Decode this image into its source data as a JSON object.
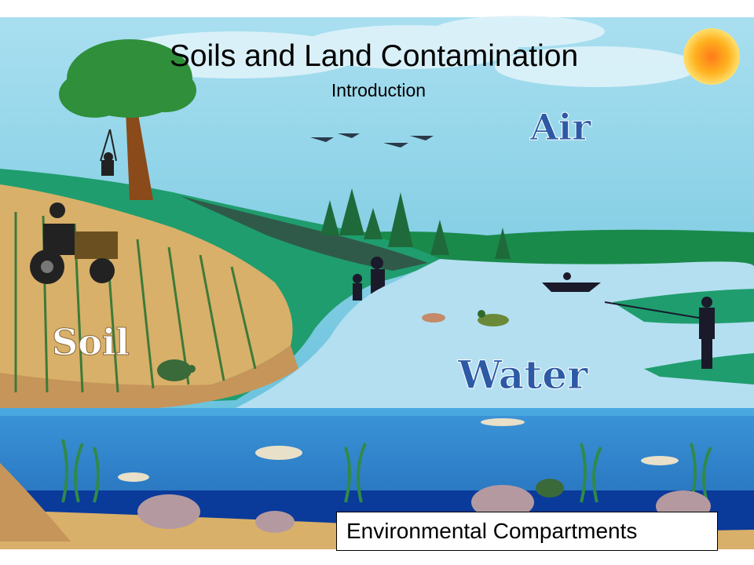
{
  "title": "Soils and Land Contamination",
  "subtitle": "Introduction",
  "caption": "Environmental Compartments",
  "labels": {
    "air": "Air",
    "soil": "Soil",
    "water": "Water"
  },
  "colors": {
    "sky": "#79c9e0",
    "grass": "#1f9d6e",
    "soil": "#d9b069",
    "water_surface": "#4aa8e0",
    "water_deep": "#2f86cf",
    "sun": "#ff9f1a",
    "label_blue": "#2d5aa5",
    "label_soil": "#ffffff"
  }
}
